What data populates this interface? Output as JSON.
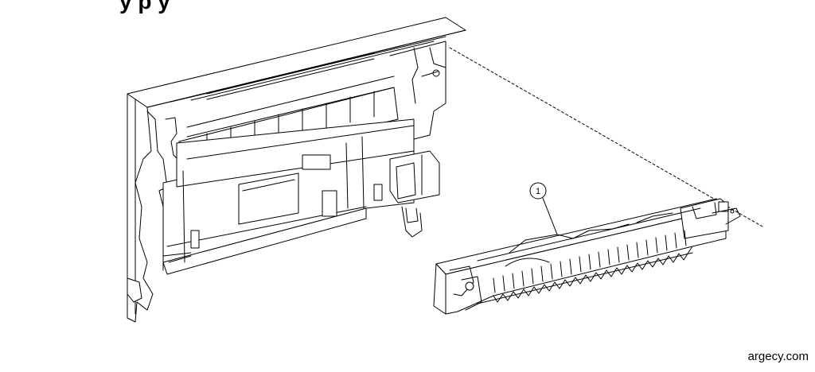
{
  "header": {
    "title_fragment": "y   p                 y"
  },
  "callouts": [
    {
      "label": "1"
    }
  ],
  "footer": {
    "watermark": "argecy.com"
  }
}
